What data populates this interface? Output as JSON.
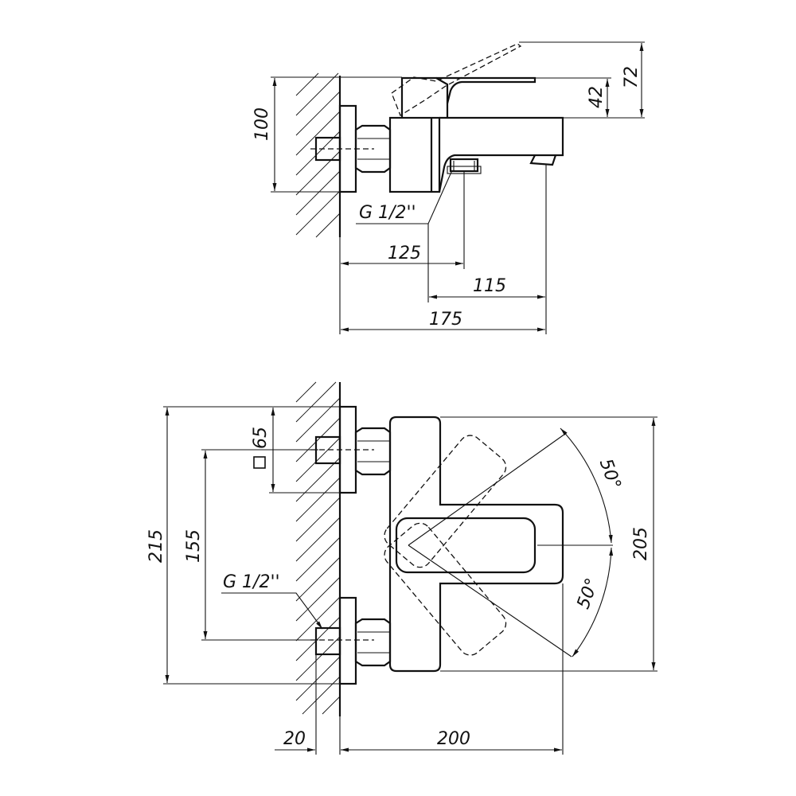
{
  "top_view": {
    "dims": {
      "height_100": "100",
      "height_72": "72",
      "height_42": "42",
      "thread": "G 1/2''",
      "len_125": "125",
      "len_115": "115",
      "len_175": "175"
    }
  },
  "front_view": {
    "dims": {
      "square_65": "65",
      "height_215": "215",
      "height_155": "155",
      "height_205": "205",
      "thread": "G 1/2''",
      "angle_upper": "50°",
      "angle_lower": "50°",
      "len_20": "20",
      "len_200": "200"
    }
  }
}
